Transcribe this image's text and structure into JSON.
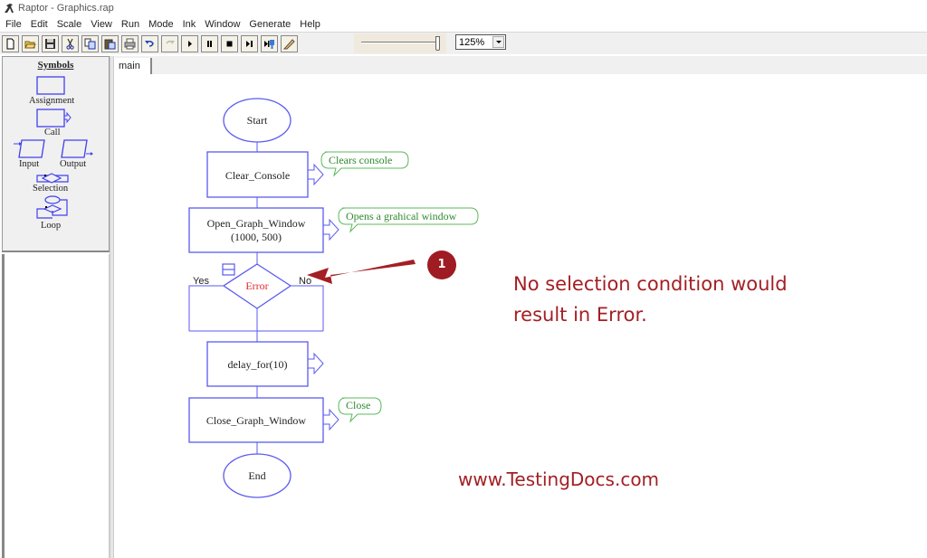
{
  "window": {
    "title": "Raptor - Graphics.rap"
  },
  "menu": [
    "File",
    "Edit",
    "Scale",
    "View",
    "Run",
    "Mode",
    "Ink",
    "Window",
    "Generate",
    "Help"
  ],
  "toolbar": {
    "buttons": [
      {
        "name": "new-file",
        "icon": "new-document-icon"
      },
      {
        "name": "open-file",
        "icon": "open-folder-icon"
      },
      {
        "name": "save",
        "icon": "floppy-disk-icon"
      },
      {
        "name": "cut",
        "icon": "scissors-icon"
      },
      {
        "name": "copy",
        "icon": "copy-icon"
      },
      {
        "name": "paste",
        "icon": "paste-icon"
      },
      {
        "name": "print",
        "icon": "printer-icon"
      },
      {
        "name": "undo",
        "icon": "undo-icon"
      },
      {
        "name": "redo",
        "icon": "redo-icon"
      },
      {
        "name": "run",
        "icon": "play-icon"
      },
      {
        "name": "pause",
        "icon": "pause-icon"
      },
      {
        "name": "stop",
        "icon": "stop-icon"
      },
      {
        "name": "step",
        "icon": "step-icon"
      },
      {
        "name": "run-to-completion",
        "icon": "run-complete-icon"
      },
      {
        "name": "ink",
        "icon": "pen-icon"
      }
    ],
    "zoom_value": "125%"
  },
  "symbols": {
    "title": "Symbols",
    "items": {
      "assignment": "Assignment",
      "call": "Call",
      "input": "Input",
      "output": "Output",
      "selection": "Selection",
      "loop": "Loop"
    }
  },
  "tabs": [
    {
      "label": "main"
    }
  ],
  "flowchart": {
    "start": "Start",
    "clear_console": "Clear_Console",
    "clear_console_note": "Clears console",
    "open_graph_line1": "Open_Graph_Window",
    "open_graph_line2": "(1000, 500)",
    "open_graph_note": "Opens a grahical window",
    "selection_condition": "Error",
    "selection_yes": "Yes",
    "selection_no": "No",
    "delay": "delay_for(10)",
    "close_graph": "Close_Graph_Window",
    "close_graph_note": "Close",
    "end": "End"
  },
  "annotation": {
    "badge": "1",
    "line1": "No selection condition would",
    "line2": "result in Error.",
    "website": "www.TestingDocs.com",
    "color": "#a31f24"
  },
  "colors": {
    "flow_blue": "#5a5af0",
    "note_green": "#5cb85c",
    "condition_red": "#e8282c"
  }
}
